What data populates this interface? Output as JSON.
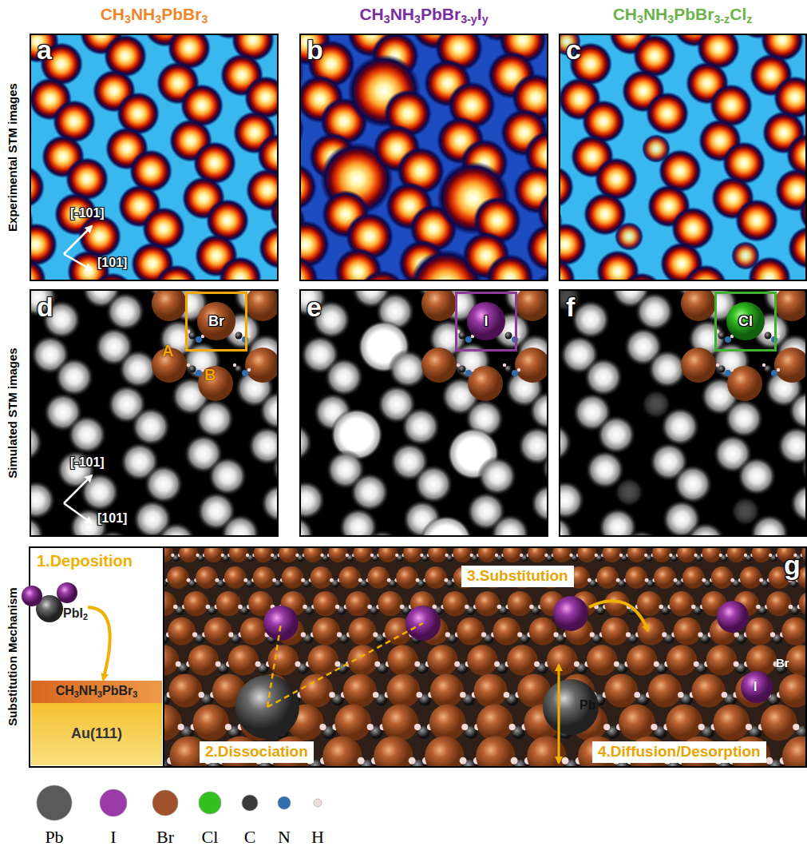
{
  "diagram": {
    "nodes": [
      {
        "text": [
          "Br"
        ]
      },
      {
        "text": [
          "I"
        ]
      },
      {
        "text": [
          "Cl"
        ]
      },
      {
        "text": [
          "PbI2"
        ]
      },
      {
        "text": [
          "CH3NH3PbBr3"
        ]
      },
      {
        "text": [
          "Au(111)"
        ]
      },
      {
        "text": [
          "2.Dissociation"
        ]
      },
      {
        "text": [
          "3.Substitution"
        ]
      },
      {
        "text": [
          "4.Diffusion/Desorption"
        ]
      }
    ],
    "edges": [
      {
        "from": 3,
        "to": 4,
        "arrow": "to"
      }
    ],
    "labels": [
      "CH3NH3PbBr3",
      "CH3NH3PbBr3-yIy",
      "CH3NH3PbBr3-zClz",
      "Experimental STM images",
      "Simulated STM images",
      "Substitution Mechanism",
      "a",
      "[-101]",
      "[101]",
      "b",
      "c",
      "d",
      "A",
      "B",
      "[-101]",
      "[101]",
      "e",
      "f",
      "1.Deposition",
      "g",
      "Pb",
      "I",
      "Br"
    ],
    "legend": [
      {
        "text": "Pb",
        "color": "#5a5a5a"
      },
      {
        "text": "I",
        "color": "#9b3aa8"
      },
      {
        "text": "Br",
        "color": "#a0522d"
      },
      {
        "text": "Cl",
        "color": "#33c020"
      },
      {
        "text": "C",
        "color": "#3a3a3a"
      },
      {
        "text": "N",
        "color": "#2f6fb0"
      },
      {
        "text": "H",
        "color": "#f3dada"
      }
    ]
  }
}
